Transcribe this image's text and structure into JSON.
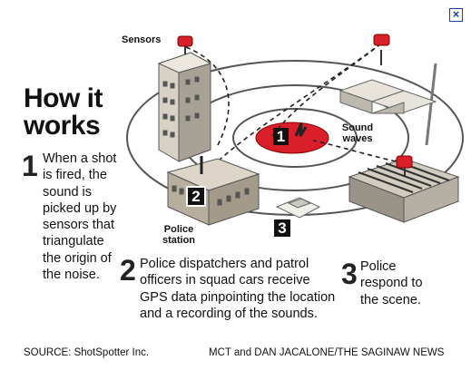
{
  "close_icon": "×",
  "title": "How it works",
  "labels": {
    "sensors": "Sensors",
    "sound_waves": "Sound waves",
    "police_station": "Police station"
  },
  "markers": [
    "1",
    "2",
    "3"
  ],
  "steps": [
    {
      "number": "1",
      "text": "When a shot is fired, the sound is picked up by sensors that triangulate the origin of the noise."
    },
    {
      "number": "2",
      "text": "Police dispatchers and patrol officers in squad cars receive GPS data pinpointing the location and a recording of the sounds."
    },
    {
      "number": "3",
      "text": "Police respond to the scene."
    }
  ],
  "source": "SOURCE: ShotSpotter Inc.",
  "credit": "MCT and DAN JACALONE/THE SAGINAW NEWS"
}
